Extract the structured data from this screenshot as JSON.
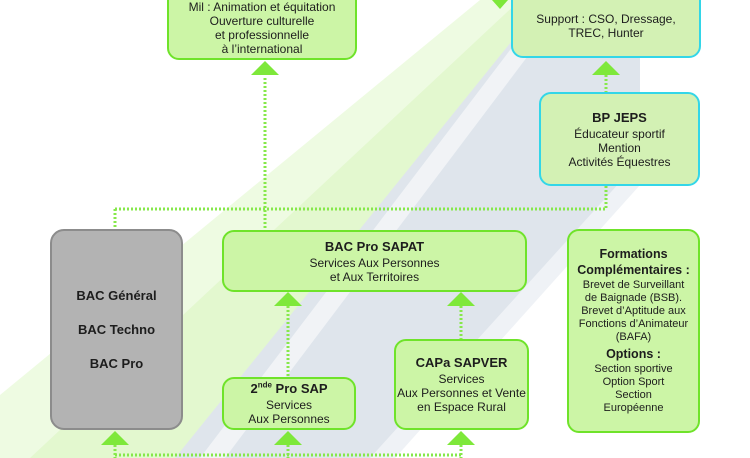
{
  "top_left_box": {
    "lines": [
      "Mil : Animation et équitation",
      "Ouverture culturelle",
      "et professionnelle",
      "à l’international"
    ]
  },
  "top_right_box": {
    "lines": [
      "Support : CSO, Dressage,",
      "TREC, Hunter"
    ]
  },
  "bp_jeps": {
    "title": "BP JEPS",
    "lines": [
      "Éducateur sportif",
      "Mention",
      "Activités Équestres"
    ]
  },
  "bac_general": {
    "lines": [
      "BAC Général",
      "BAC Techno",
      "BAC Pro"
    ]
  },
  "bac_pro_sapat": {
    "title": "BAC Pro SAPAT",
    "lines": [
      "Services Aux Personnes",
      "et Aux Territoires"
    ]
  },
  "seconde_pro_sap": {
    "title_prefix": "2",
    "title_sup": "nde",
    "title_suffix": " Pro SAP",
    "lines": [
      "Services",
      "Aux Personnes"
    ]
  },
  "capa_sapver": {
    "title": "CAPa SAPVER",
    "lines": [
      "Services",
      "Aux Personnes et Vente",
      "en Espace Rural"
    ]
  },
  "formations": {
    "title_lines": [
      "Formations",
      "Complémentaires :"
    ],
    "lines": [
      "Brevet de Surveillant",
      "de Baignade (BSB).",
      "Brevet d’Aptitude aux",
      "Fonctions d’Animateur",
      "(BAFA)"
    ],
    "options_title": "Options :",
    "options_lines": [
      "Section sportive",
      "Option Sport",
      "Section",
      "Européenne"
    ]
  },
  "colors": {
    "box_green_fill": "#ccf5a6",
    "box_green_border": "#6fe32a",
    "box_cyan_border": "#33d6e8",
    "box_grey_fill": "#b3b3b3",
    "arrow_green": "#7ee83a",
    "band_green": "#e6f9d2",
    "band_blue": "#dde3ea"
  }
}
